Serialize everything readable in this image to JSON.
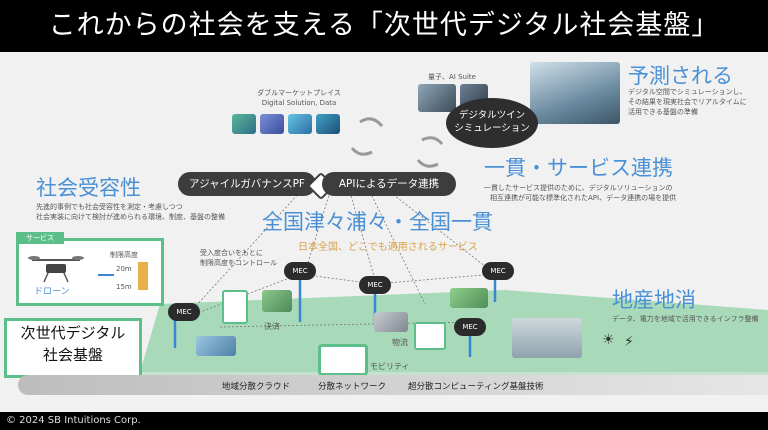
{
  "slide": {
    "title": "これからの社会を支える「次世代デジタル社会基盤」",
    "footer": "© 2024 SB Intuitions Corp."
  },
  "top_left": {
    "label_line1": "ダブルマーケットプレイス",
    "label_line2": "Digital Solution, Data"
  },
  "top_center": {
    "label": "量子、AI Suite",
    "bubble_line1": "デジタルツイン",
    "bubble_line2": "シミュレーション"
  },
  "predict": {
    "heading": "予測される",
    "desc_line1": "デジタル空間でシミュレーションし、",
    "desc_line2": "その結果を現実社会でリアルタイムに",
    "desc_line3": "活用できる基盤の準備"
  },
  "social": {
    "heading": "社会受容性",
    "desc_line1": "先進的事例でも社会受容性を測定・考慮しつつ",
    "desc_line2": "社会実装に向けて検討が進められる環境、制度、基盤の整備"
  },
  "pills": {
    "left": "アジャイルガバナンスPF",
    "right": "APIによるデータ連携"
  },
  "consistent": {
    "heading": "一貫・サービス連携",
    "desc_line1": "一貫したサービス提供のために、デジタルソリューションの",
    "desc_line2": "相互連携が可能な標準化されたAPI、データ連携の場を提供"
  },
  "national": {
    "heading": "全国津々浦々・全国一貫",
    "sub": "日本全国、どこでも適用されるサービス"
  },
  "service_box": {
    "tag": "サービス",
    "drone_label": "ドローン",
    "altitude_label": "制限高度",
    "alt_high": "20m",
    "alt_low": "15m"
  },
  "control_note": {
    "line1": "受入度合いをもとに",
    "line2": "制限高度をコントロール"
  },
  "mec_label": "MEC",
  "local": {
    "heading": "地産地消",
    "desc": "データ、電力を地域で活用できるインフラ整備"
  },
  "place_labels": {
    "settlement": "決済",
    "logistics": "物流",
    "mobility": "モビリティ"
  },
  "nextgen_box": {
    "line1": "次世代デジタル",
    "line2": "社会基盤"
  },
  "bottom": {
    "item1": "地域分散クラウド",
    "item2": "分散ネットワーク",
    "item3": "超分散コンピューティング基盤技術"
  },
  "colors": {
    "heading_blue": "#4a90d6",
    "green_base": "#7fc79a",
    "accent_green": "#4caf7d"
  }
}
